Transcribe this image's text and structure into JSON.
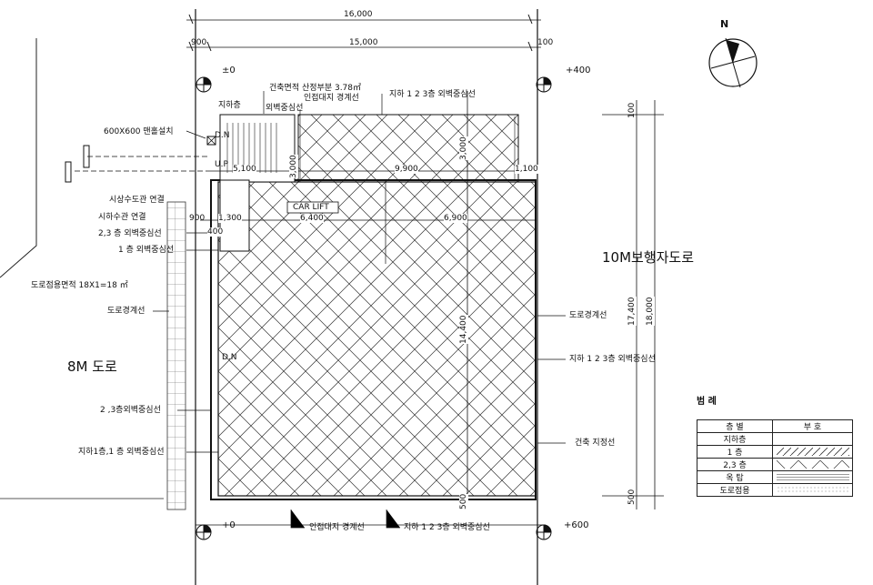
{
  "dims": {
    "top_total": "16,000",
    "top_left": "900",
    "top_mid": "15,000",
    "top_right": "100",
    "d_5100": "5,100",
    "d_9900": "9,900",
    "d_1100": "1,100",
    "d_900": "900",
    "d_1300": "1,300",
    "d_6400": "6,400",
    "d_6900": "6,900",
    "d_400": "400",
    "d_3000a": "3,000",
    "d_3000b": "3,000",
    "d_14400": "14,400",
    "d_500": "500",
    "r_100": "100",
    "r_17400": "17,400",
    "r_18000": "18,000",
    "r_500": "500"
  },
  "levels": {
    "tl": "±0",
    "tr": "+400",
    "bl": "+0",
    "br": "+600"
  },
  "north": "N",
  "roads": {
    "left": "8M 도로",
    "right": "10M보행자도로"
  },
  "labels": {
    "area_ext": "건축면적 산정부분 3.78㎡",
    "neighbor_top": "인접대지 경계선",
    "b123_top": "지하 1 2 3층 외벽중심선",
    "b_floor": "지하층",
    "outer_wall": "외벽중심선",
    "vent": "600X600 맨홀설치",
    "dn_top": "D.N",
    "up": "U.P",
    "water": "시상수도관 연결",
    "sewer": "시하수관 연결",
    "car_lift": "CAR LIFT",
    "f23_wall": "2,3 층 외벽중심선",
    "f1_wall": "1 층 외벽중심선",
    "road_area": "도로점용면적 18X1=18 ㎡",
    "road_line_left": "도로경계선",
    "dn_mid": "D.N",
    "f23_wall_b": "2 ,3층외벽중심선",
    "b1f1_wall": "지하1층,1 층 외벽중심선",
    "road_line_right": "도로경계선",
    "b123_right": "지하 1 2 3층 외벽중심선",
    "bldg_line": "건축 지정선",
    "neighbor_bottom": "인접대지 경계선",
    "b123_bottom": "지하 1 2 3층 외벽중심선"
  },
  "legend": {
    "title": "범 례",
    "col_floor": "층 별",
    "col_symbol": "부 호",
    "rows": [
      "지하층",
      "1 층",
      "2,3 층",
      "옥 탑",
      "도로점용"
    ]
  }
}
